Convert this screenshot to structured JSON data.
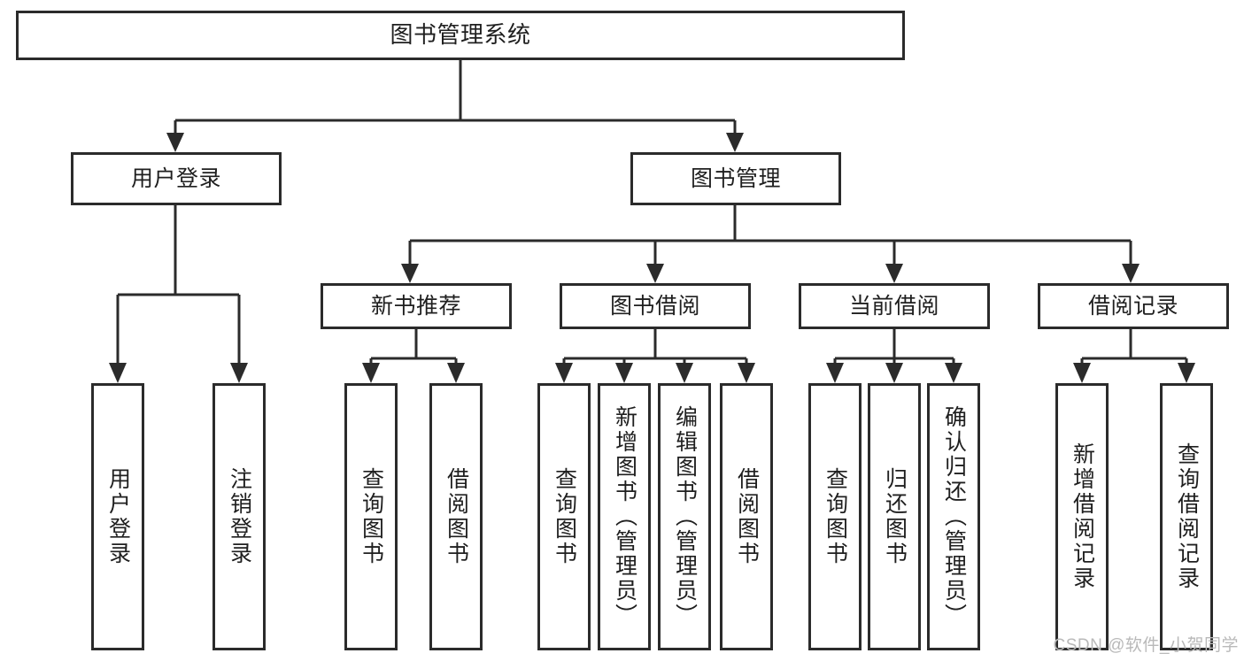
{
  "diagram": {
    "type": "tree-hierarchy",
    "title": "图书管理系统",
    "orientation": "top-down",
    "watermark": "CSDN @软件_小贺同学",
    "colors": {
      "stroke": "#2b2b2b",
      "box_fill": "#ffffff",
      "text": "#1f1f1f",
      "background": "#ffffff",
      "watermark": "#b9b9b9"
    },
    "nodes": {
      "root": {
        "label": "图书管理系统",
        "level": 0
      },
      "user_login": {
        "label": "用户登录",
        "level": 1
      },
      "book_manage": {
        "label": "图书管理",
        "level": 1
      },
      "new_book_rec": {
        "label": "新书推荐",
        "level": 2
      },
      "book_borrow": {
        "label": "图书借阅",
        "level": 2
      },
      "current_borrow": {
        "label": "当前借阅",
        "level": 2
      },
      "borrow_record": {
        "label": "借阅记录",
        "level": 2
      },
      "leaf_user_login": {
        "label": "用户登录",
        "level": 2
      },
      "leaf_logout": {
        "label": "注销登录",
        "level": 2
      },
      "leaf_query_book_a": {
        "label": "查询图书",
        "level": 3
      },
      "leaf_borrow_book_a": {
        "label": "借阅图书",
        "level": 3
      },
      "leaf_query_book_b": {
        "label": "查询图书",
        "level": 3
      },
      "leaf_add_book": {
        "label": "新增图书（管理员）",
        "level": 3
      },
      "leaf_edit_book": {
        "label": "编辑图书（管理员）",
        "level": 3
      },
      "leaf_borrow_book_b": {
        "label": "借阅图书",
        "level": 3
      },
      "leaf_query_book_c": {
        "label": "查询图书",
        "level": 3
      },
      "leaf_return_book": {
        "label": "归还图书",
        "level": 3
      },
      "leaf_confirm_return": {
        "label": "确认归还（管理员）",
        "level": 3
      },
      "leaf_add_record": {
        "label": "新增借阅记录",
        "level": 3
      },
      "leaf_query_record": {
        "label": "查询借阅记录",
        "level": 3
      }
    },
    "edges": [
      {
        "from": "root",
        "to": "user_login"
      },
      {
        "from": "root",
        "to": "book_manage"
      },
      {
        "from": "user_login",
        "to": "leaf_user_login"
      },
      {
        "from": "user_login",
        "to": "leaf_logout"
      },
      {
        "from": "book_manage",
        "to": "new_book_rec"
      },
      {
        "from": "book_manage",
        "to": "book_borrow"
      },
      {
        "from": "book_manage",
        "to": "current_borrow"
      },
      {
        "from": "book_manage",
        "to": "borrow_record"
      },
      {
        "from": "new_book_rec",
        "to": "leaf_query_book_a"
      },
      {
        "from": "new_book_rec",
        "to": "leaf_borrow_book_a"
      },
      {
        "from": "book_borrow",
        "to": "leaf_query_book_b"
      },
      {
        "from": "book_borrow",
        "to": "leaf_add_book"
      },
      {
        "from": "book_borrow",
        "to": "leaf_edit_book"
      },
      {
        "from": "book_borrow",
        "to": "leaf_borrow_book_b"
      },
      {
        "from": "current_borrow",
        "to": "leaf_query_book_c"
      },
      {
        "from": "current_borrow",
        "to": "leaf_return_book"
      },
      {
        "from": "current_borrow",
        "to": "leaf_confirm_return"
      },
      {
        "from": "borrow_record",
        "to": "leaf_add_record"
      },
      {
        "from": "borrow_record",
        "to": "leaf_query_record"
      }
    ]
  }
}
